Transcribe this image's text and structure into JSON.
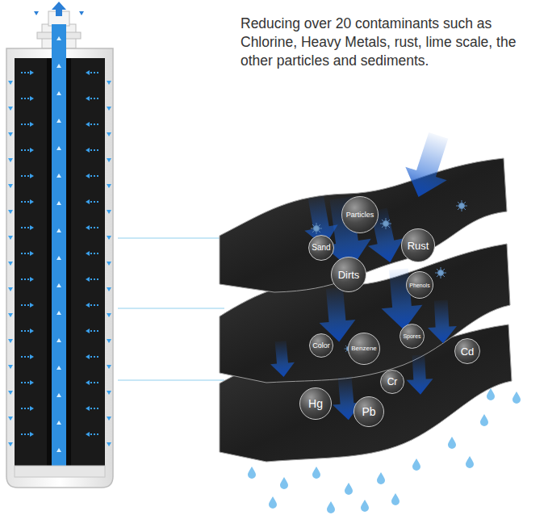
{
  "diagram": {
    "nodes": [
      {
        "text": [
          "Particles"
        ]
      },
      {
        "text": [
          "Sand"
        ]
      },
      {
        "text": [
          "Rust"
        ]
      },
      {
        "text": [
          "Dirts"
        ]
      },
      {
        "text": [
          "Phenols"
        ]
      },
      {
        "text": [
          "Color"
        ]
      },
      {
        "text": [
          "Spores"
        ]
      },
      {
        "text": [
          "Benzene"
        ]
      },
      {
        "text": [
          "Cd"
        ]
      },
      {
        "text": [
          "Cr"
        ]
      },
      {
        "text": [
          "Hg"
        ]
      },
      {
        "text": [
          "Pb"
        ]
      }
    ],
    "labels": [
      "Reducing over 20 contaminants such as Chlorine, Heavy Metals, rust, lime scale, the other particles and sediments."
    ]
  }
}
